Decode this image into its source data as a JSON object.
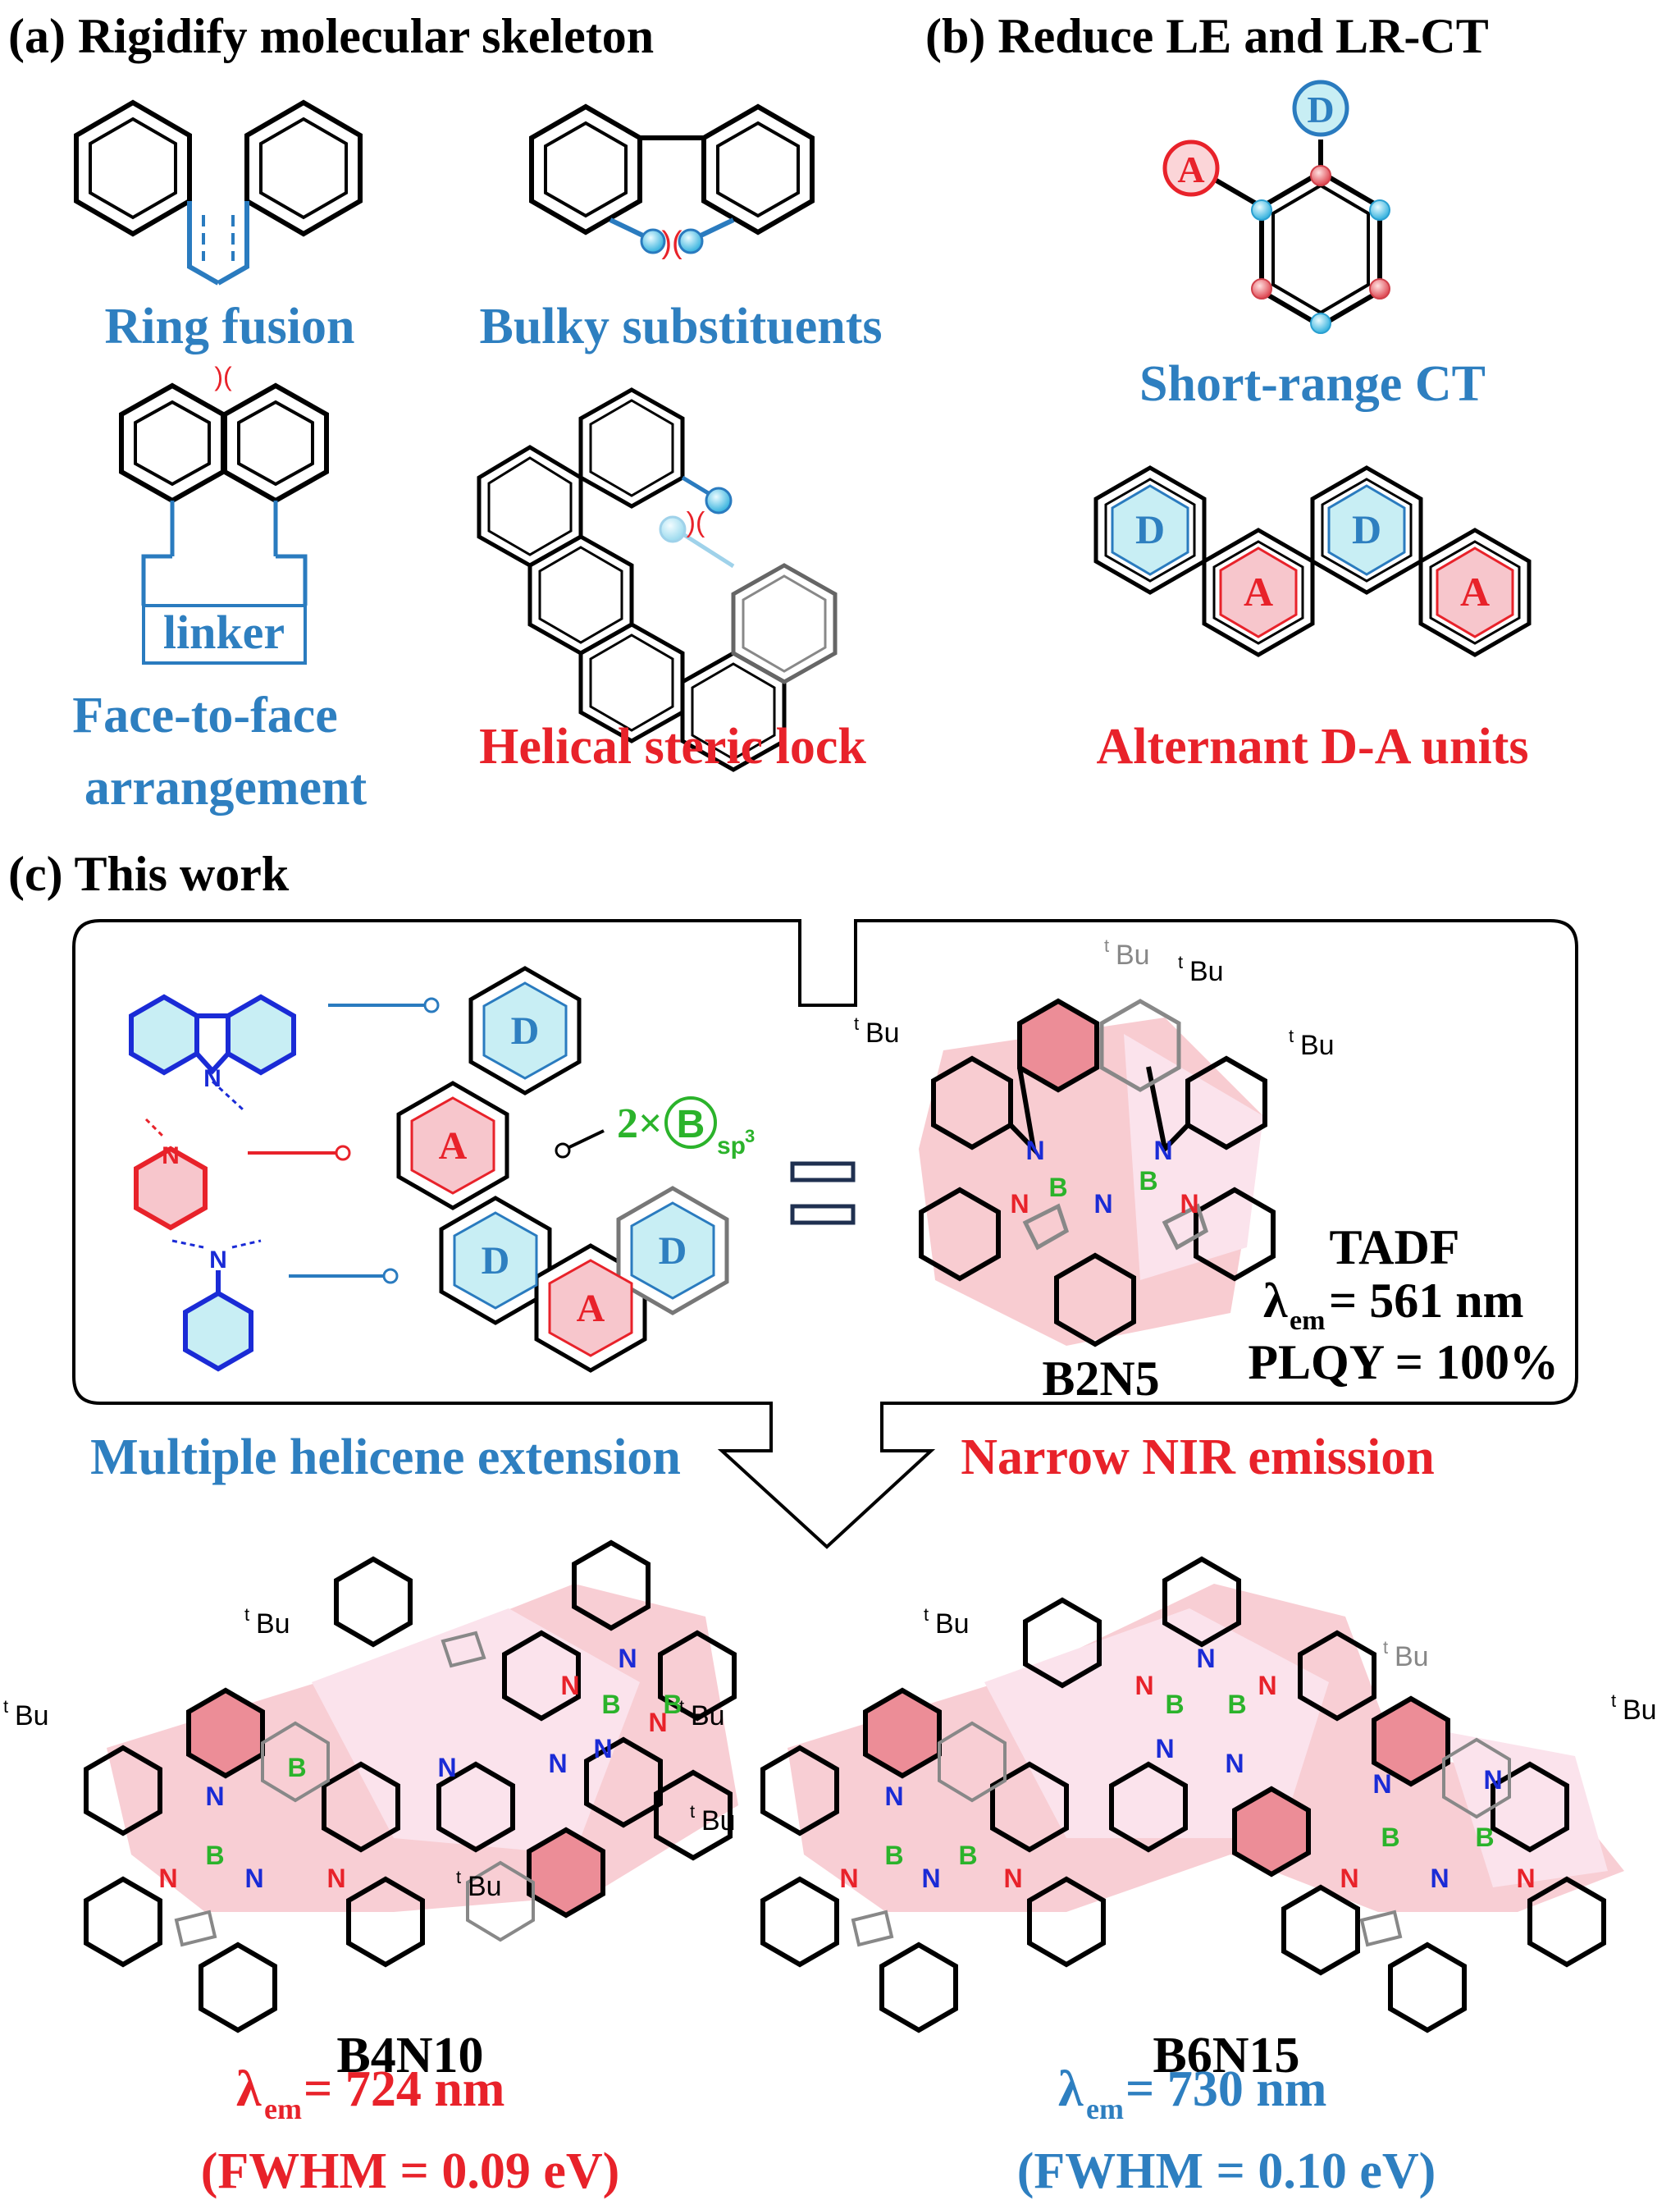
{
  "panel_a": {
    "title": "(a) Rigidify molecular skeleton",
    "ring_fusion": "Ring fusion",
    "bulky": "Bulky substituents",
    "linker": "linker",
    "face_line1": "Face-to-face",
    "face_line2": "arrangement",
    "helical": "Helical steric lock"
  },
  "panel_b": {
    "title": "(b) Reduce LE and LR-CT",
    "donor": "D",
    "acceptor": "A",
    "short_range": "Short-range CT",
    "alternant": "Alternant D-A units"
  },
  "panel_c": {
    "title": "(c) This work",
    "two_times": "2×",
    "boron": "B",
    "sp3": "sp",
    "sp3_sup": "3",
    "n_label": "N",
    "b_label": "B",
    "tbu_t": "t",
    "tbu_bu": "Bu",
    "tadf": "TADF",
    "lambda_b2n5_prefix": "λ",
    "lambda_sub": "em",
    "lambda_b2n5_value": " = 561 nm",
    "plqy": "PLQY = 100%",
    "b2n5": "B2N5",
    "multiple_helicene": "Multiple helicene extension",
    "narrow_nir": "Narrow NIR emission",
    "b4n10": "B4N10",
    "lambda_b4n10_value": " = 724 nm",
    "fwhm_b4n10": "(FWHM = 0.09 eV)",
    "b6n15": "B6N15",
    "lambda_b6n15_value": " = 730 nm",
    "fwhm_b6n15": "(FWHM = 0.10 eV)"
  },
  "colors": {
    "blue_text": "#2e7fc0",
    "red_text": "#e8222a",
    "cyan_fill": "#c8eef4",
    "pink_fill": "#f7c6cc",
    "pale_pink": "#fbe3ec",
    "n_blue": "#1a2bd6",
    "n_red": "#e8222a",
    "b_green": "#2bb32b",
    "bond_blue": "#2a7bbf",
    "bead": "#5fc8e8"
  }
}
